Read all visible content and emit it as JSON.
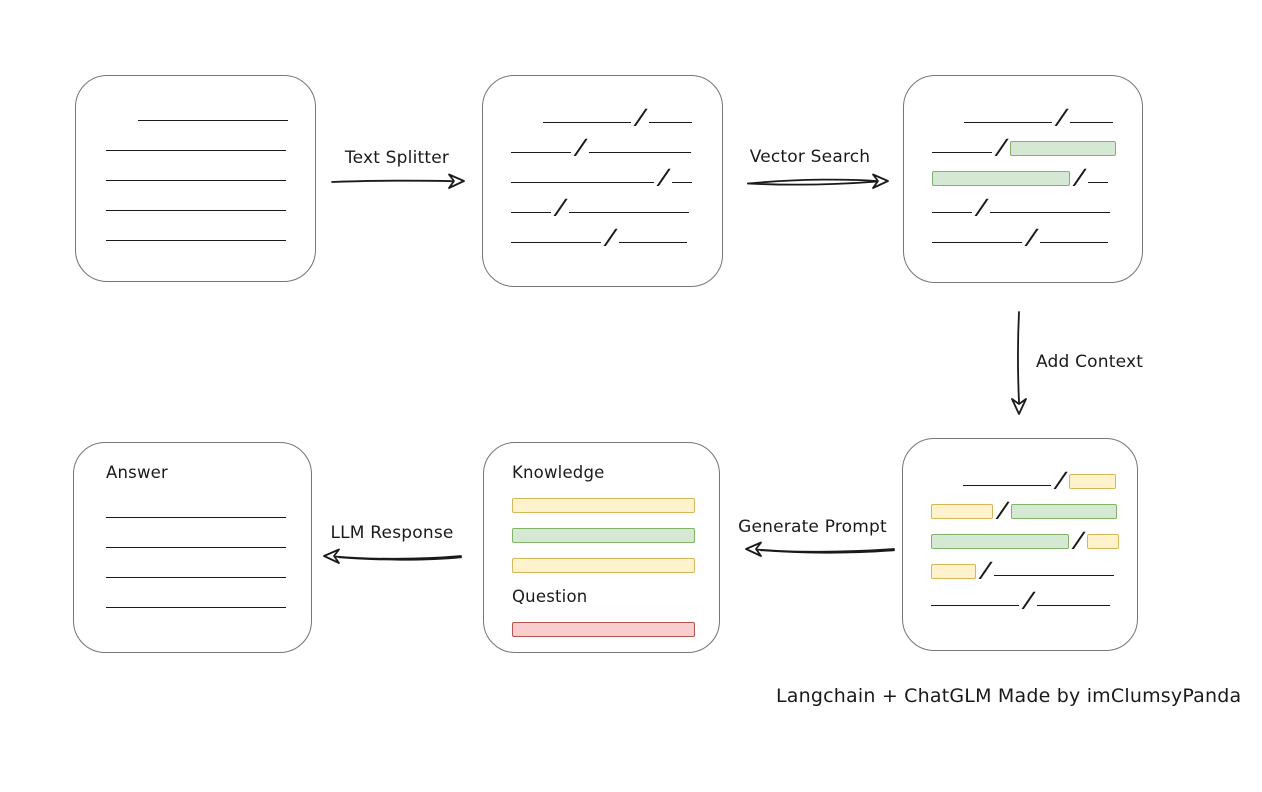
{
  "caption": "Langchain + ChatGLM Made by imClumsyPanda",
  "colors": {
    "line": "#1a1a1a",
    "box_border": "#767676",
    "green_fill": "#d5e8d4",
    "green_stroke": "#82b366",
    "yellow_fill": "#fff2cc",
    "yellow_stroke": "#d6b656",
    "red_fill": "#f8cecc",
    "red_stroke": "#b85450"
  },
  "arrows": {
    "text_splitter": {
      "label": "Text Splitter"
    },
    "vector_search": {
      "label": "Vector Search"
    },
    "add_context": {
      "label": "Add Context"
    },
    "generate_prompt": {
      "label": "Generate Prompt"
    },
    "llm_response": {
      "label": "LLM Response"
    }
  },
  "boxes": {
    "document": {
      "rows": [
        [
          {
            "t": "space",
            "w": 32
          },
          {
            "t": "line",
            "w": 150
          }
        ],
        [
          {
            "t": "line",
            "w": 180
          }
        ],
        [
          {
            "t": "line",
            "w": 180
          }
        ],
        [
          {
            "t": "line",
            "w": 180
          }
        ],
        [
          {
            "t": "line",
            "w": 180
          }
        ]
      ]
    },
    "chunks": {
      "rows": [
        [
          {
            "t": "space",
            "w": 32
          },
          {
            "t": "line",
            "w": 88
          },
          {
            "t": "slash"
          },
          {
            "t": "line",
            "w": 43
          }
        ],
        [
          {
            "t": "line",
            "w": 60
          },
          {
            "t": "slash"
          },
          {
            "t": "line",
            "w": 102
          }
        ],
        [
          {
            "t": "line",
            "w": 143
          },
          {
            "t": "slash"
          },
          {
            "t": "line",
            "w": 20
          }
        ],
        [
          {
            "t": "line",
            "w": 40
          },
          {
            "t": "slash"
          },
          {
            "t": "line",
            "w": 120
          }
        ],
        [
          {
            "t": "line",
            "w": 90
          },
          {
            "t": "slash"
          },
          {
            "t": "line",
            "w": 68
          }
        ]
      ]
    },
    "search_results": {
      "rows": [
        [
          {
            "t": "space",
            "w": 32
          },
          {
            "t": "line",
            "w": 88
          },
          {
            "t": "slash"
          },
          {
            "t": "line",
            "w": 43
          }
        ],
        [
          {
            "t": "line",
            "w": 60
          },
          {
            "t": "slash"
          },
          {
            "t": "bar",
            "w": 106,
            "c": "green"
          }
        ],
        [
          {
            "t": "bar",
            "w": 138,
            "c": "green"
          },
          {
            "t": "slash"
          },
          {
            "t": "line",
            "w": 20
          }
        ],
        [
          {
            "t": "line",
            "w": 40
          },
          {
            "t": "slash"
          },
          {
            "t": "line",
            "w": 120
          }
        ],
        [
          {
            "t": "line",
            "w": 90
          },
          {
            "t": "slash"
          },
          {
            "t": "line",
            "w": 68
          }
        ]
      ]
    },
    "context": {
      "rows": [
        [
          {
            "t": "space",
            "w": 32
          },
          {
            "t": "line",
            "w": 88
          },
          {
            "t": "slash"
          },
          {
            "t": "bar",
            "w": 47,
            "c": "yellow"
          }
        ],
        [
          {
            "t": "bar",
            "w": 62,
            "c": "yellow"
          },
          {
            "t": "slash"
          },
          {
            "t": "bar",
            "w": 106,
            "c": "green"
          }
        ],
        [
          {
            "t": "bar",
            "w": 138,
            "c": "green"
          },
          {
            "t": "slash"
          },
          {
            "t": "bar",
            "w": 32,
            "c": "yellow"
          }
        ],
        [
          {
            "t": "bar",
            "w": 45,
            "c": "yellow"
          },
          {
            "t": "slash"
          },
          {
            "t": "line",
            "w": 120
          }
        ],
        [
          {
            "t": "line",
            "w": 88
          },
          {
            "t": "slash"
          },
          {
            "t": "line",
            "w": 73
          }
        ]
      ]
    },
    "prompt": {
      "rows": [
        [
          {
            "t": "label",
            "text": "Knowledge"
          }
        ],
        [
          {
            "t": "bar",
            "w": 183,
            "c": "yellow"
          }
        ],
        [
          {
            "t": "bar",
            "w": 183,
            "c": "green"
          }
        ],
        [
          {
            "t": "bar",
            "w": 183,
            "c": "yellow"
          }
        ],
        [
          {
            "t": "label",
            "text": "Question"
          }
        ],
        [
          {
            "t": "bar",
            "w": 183,
            "c": "red"
          }
        ]
      ]
    },
    "answer": {
      "rows": [
        [
          {
            "t": "label",
            "text": "Answer"
          }
        ],
        [
          {
            "t": "vspace",
            "h": 8
          }
        ],
        [
          {
            "t": "line",
            "w": 180
          }
        ],
        [
          {
            "t": "line",
            "w": 180
          }
        ],
        [
          {
            "t": "line",
            "w": 180
          }
        ],
        [
          {
            "t": "line",
            "w": 180
          }
        ]
      ]
    }
  }
}
